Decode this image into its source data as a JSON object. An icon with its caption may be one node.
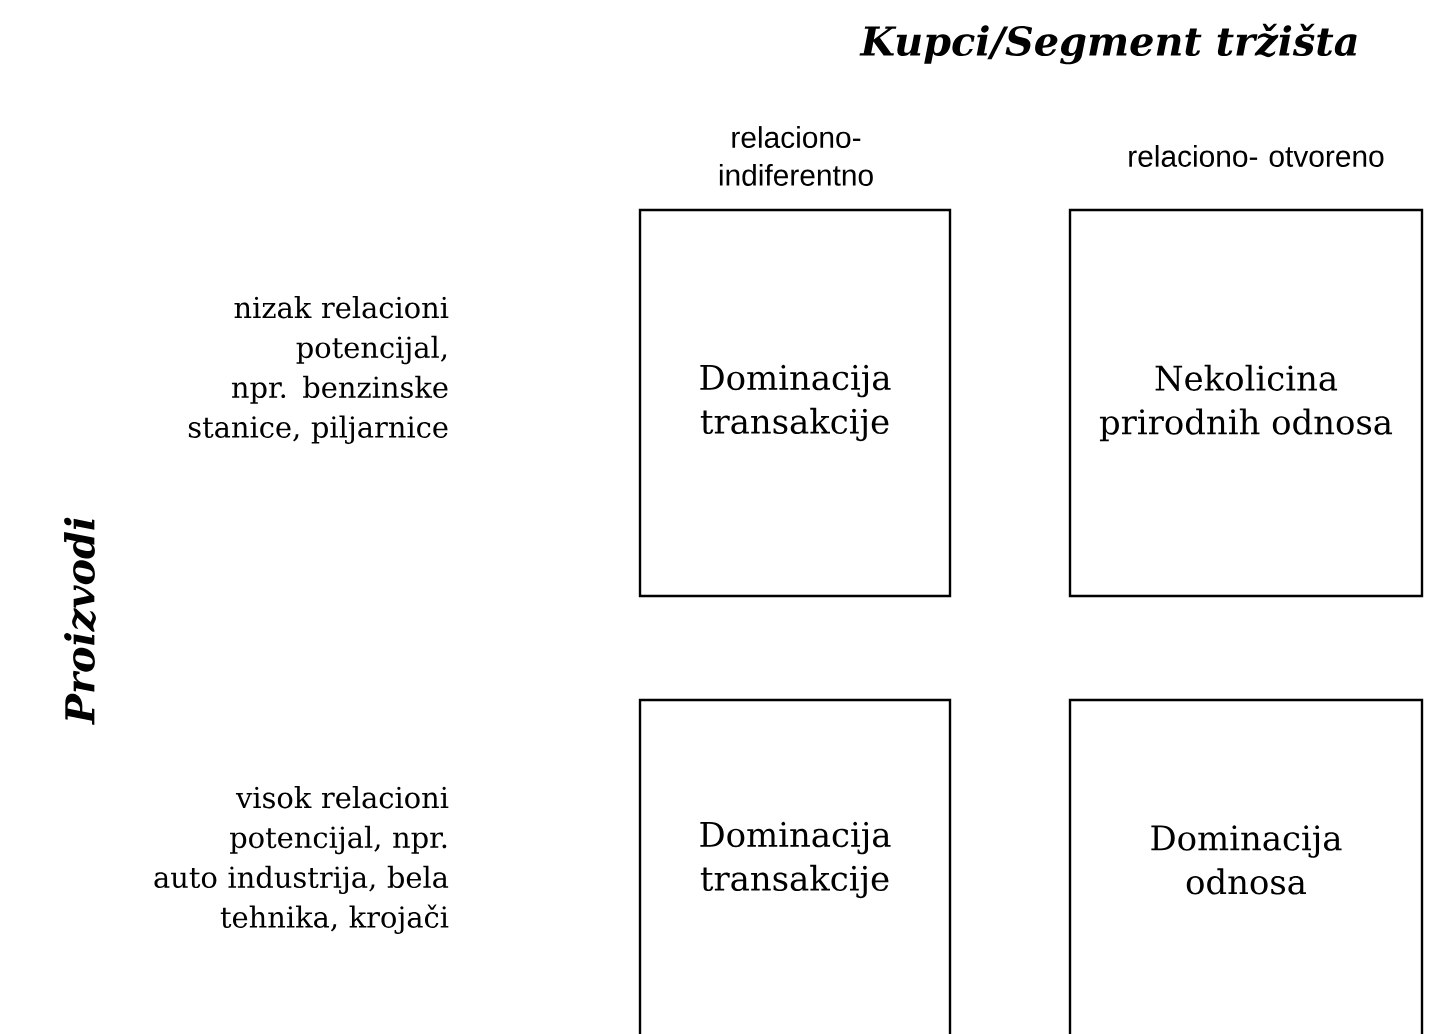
{
  "diagram": {
    "title": "Kupci/Segment tržišta",
    "nodes": [
      {
        "text": [
          "Dominacija transakcije"
        ]
      },
      {
        "text": [
          "Nekolicina prirodnih odnosa"
        ]
      },
      {
        "text": [
          "Dominacija transakcije"
        ]
      },
      {
        "text": [
          "Dominacija odnosa"
        ]
      }
    ],
    "edges": [],
    "labels": [
      "relaciono- indiferentno",
      "relaciono- otvoreno",
      "nizak relacioni potencijal, npr. benzinske stanice, piljarnice",
      "Proizvodi",
      "visok relacioni potencijal, npr. auto industrija, bela tehnika, krojači"
    ]
  }
}
